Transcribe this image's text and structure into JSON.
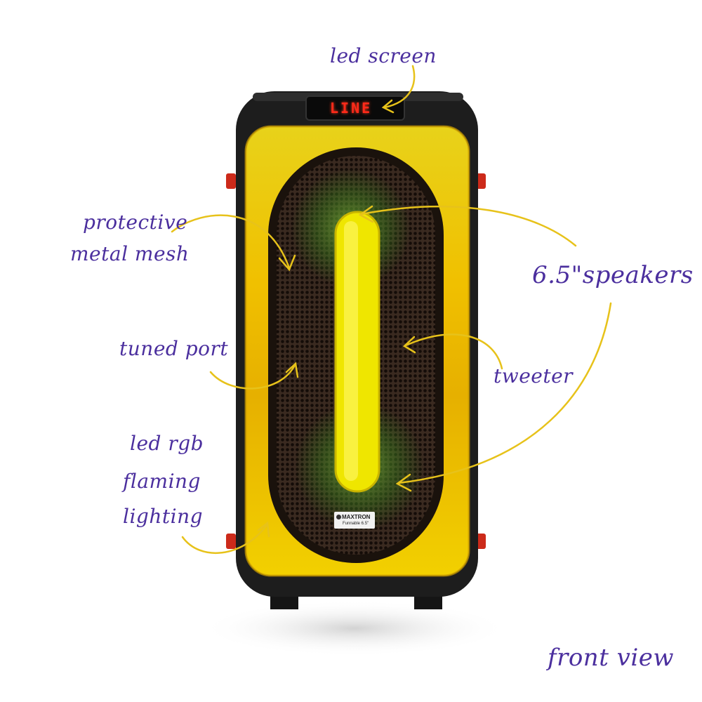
{
  "colors": {
    "annotation_text": "#4b2f9e",
    "arrow": "#e7c21a",
    "glow_yellow": "#f2df00",
    "cabinet": "#1d1d1d",
    "screen_digits": "#ff2a1a"
  },
  "product": {
    "screen_text": "LINE",
    "brand_name": "MAXTRON",
    "model_text": "Funnable 6.5\""
  },
  "annotations": {
    "led_screen": "led screen",
    "protective_mesh_line1": "protective",
    "protective_mesh_line2": "metal mesh",
    "speakers": "6.5\"speakers",
    "tuned_port": "tuned port",
    "tweeter": "tweeter",
    "lighting_line1": "led rgb",
    "lighting_line2": "flaming",
    "lighting_line3": "lighting",
    "view": "front view"
  }
}
